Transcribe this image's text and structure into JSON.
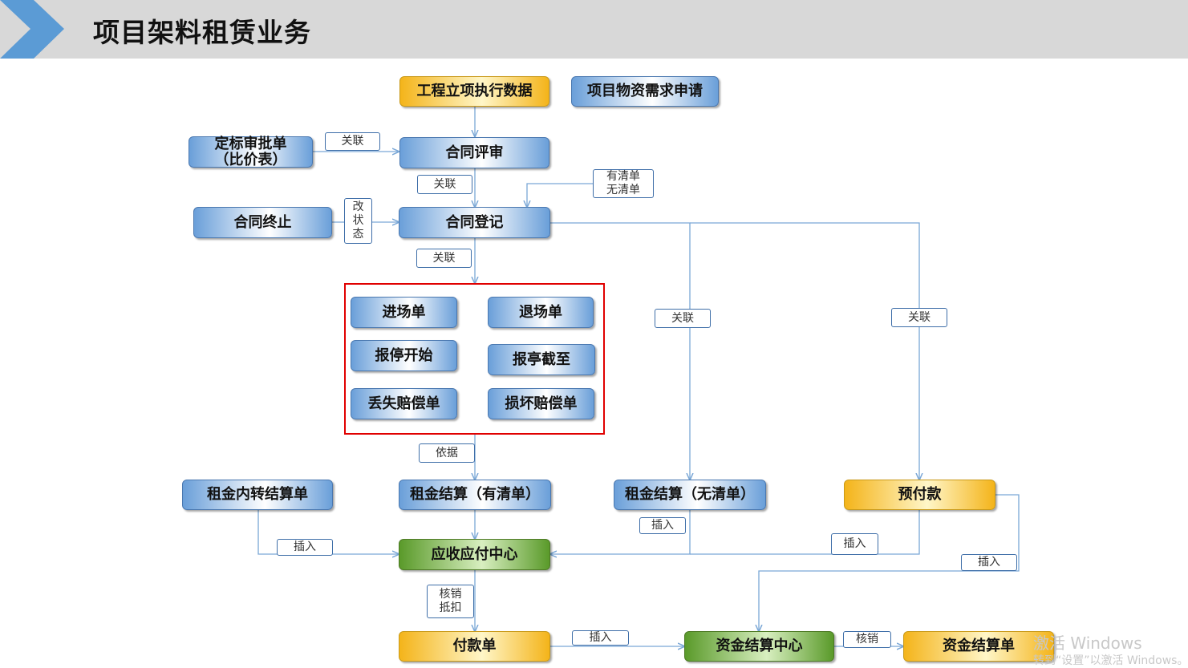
{
  "title": "项目架料租赁业务",
  "nodes": {
    "gcli": "工程立项执行数据",
    "xmwz": "项目物资需求申请",
    "dbsp": "定标审批单\n（比价表）",
    "htps": "合同评审",
    "htzz": "合同终止",
    "htdj": "合同登记",
    "jcd": "进场单",
    "tcd": "退场单",
    "btks": "报停开始",
    "btjz": "报亭截至",
    "dspcd": "丢失赔偿单",
    "shpcd": "损坏赔偿单",
    "zjnz": "租金内转结算单",
    "zjjs_yqd": "租金结算（有清单）",
    "zjjs_wqd": "租金结算（无清单）",
    "yfk": "预付款",
    "yszx": "应收应付中心",
    "fkd": "付款单",
    "zjjszx": "资金结算中心",
    "zjjsd": "资金结算单"
  },
  "labels": {
    "guanlian_1": "关联",
    "guanlian_2": "关联",
    "qingdan": "有清单\n无清单",
    "gaizhuangtai": "改\n状\n态",
    "guanlian_3": "关联",
    "guanlian_4": "关联",
    "guanlian_5": "关联",
    "yiju": "依据",
    "charu_1": "插入",
    "charu_2": "插入",
    "charu_3": "插入",
    "charu_4": "插入",
    "hexiao_dikou": "核销\n抵扣",
    "charu_5": "插入",
    "hexiao": "核销"
  },
  "watermark": {
    "line1": "激活 Windows",
    "line2": "转到“设置”以激活 Windows。"
  },
  "colors": {
    "header_bg": "#d8d8d8",
    "chevron": "#5b9bd5",
    "connector": "#7aa7d6",
    "highlight_box": "#e00000"
  }
}
